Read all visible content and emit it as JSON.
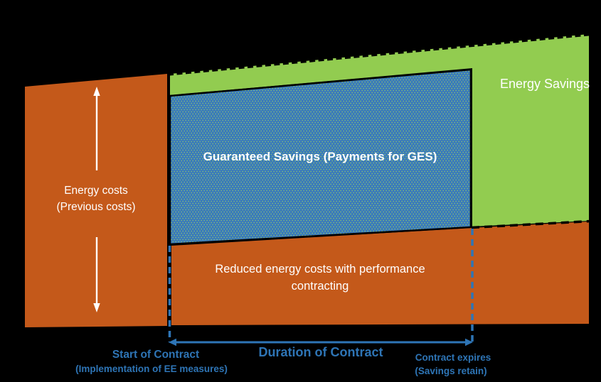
{
  "colors": {
    "background": "#000000",
    "orange": "#C4591A",
    "green": "#92CC50",
    "blue_box_fill": "#3979BC",
    "blue_box_dots": "#9FD65F",
    "box_border": "#000000",
    "dashed_black": "#000000",
    "white": "#FFFFFF",
    "timeline_blue": "#2E75B6"
  },
  "regions": {
    "previous_costs": {
      "line1": "Energy costs",
      "line2": "(Previous costs)"
    },
    "guaranteed_savings": {
      "label": "Guaranteed Savings (Payments for GES)"
    },
    "reduced_costs": {
      "line1": "Reduced energy costs with performance",
      "line2": "contracting"
    },
    "energy_savings": {
      "label": "Energy Savings"
    }
  },
  "timeline": {
    "start_line1": "Start of Contract",
    "start_line2": "(Implementation of EE measures)",
    "duration": "Duration of Contract",
    "expires_line1": "Contract expires",
    "expires_line2": "(Savings retain)"
  }
}
